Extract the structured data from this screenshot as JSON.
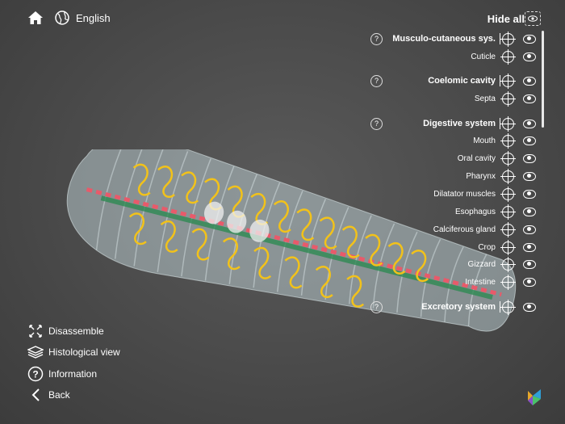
{
  "header": {
    "language": "English",
    "hide_all": "Hide all"
  },
  "panel": {
    "items": [
      {
        "label": "Musculo-cutaneous sys.",
        "group": true
      },
      {
        "label": "Cuticle",
        "group": false
      },
      {
        "label": "Coelomic cavity",
        "group": true
      },
      {
        "label": "Septa",
        "group": false
      },
      {
        "label": "Digestive system",
        "group": true
      },
      {
        "label": "Mouth",
        "group": false
      },
      {
        "label": "Oral cavity",
        "group": false
      },
      {
        "label": "Pharynx",
        "group": false
      },
      {
        "label": "Dilatator muscles",
        "group": false
      },
      {
        "label": "Esophagus",
        "group": false
      },
      {
        "label": "Calciferous gland",
        "group": false
      },
      {
        "label": "Crop",
        "group": false
      },
      {
        "label": "Gizzard",
        "group": false
      },
      {
        "label": "Intestine",
        "group": false
      },
      {
        "label": "Excretory system",
        "group": true
      }
    ],
    "help_glyph": "?"
  },
  "menu": {
    "disassemble": "Disassemble",
    "histological": "Histological view",
    "information": "Information",
    "back": "Back"
  },
  "icons": {
    "home": "home-icon",
    "globe": "globe-icon",
    "eye": "eye-icon",
    "locate": "crosshair-icon",
    "help": "help-icon"
  },
  "colors": {
    "background": "#4a4a4a",
    "text": "#ffffff",
    "worm_body": "#b8c8cc",
    "nephridia": "#f2c21a",
    "vessels": "#e85a6a",
    "gut": "#2e8a52"
  }
}
